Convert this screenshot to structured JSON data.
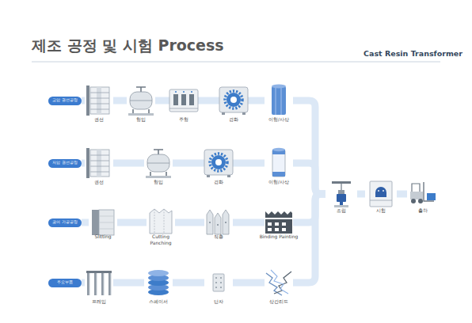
{
  "diagram": {
    "title": "제조 공정 및 시험 Process",
    "nodes": [
      {
        "text": [
          "고압 권선공정"
        ]
      },
      {
        "text": [
          "권선"
        ]
      },
      {
        "text": [
          "형입"
        ]
      },
      {
        "text": [
          "주형"
        ]
      },
      {
        "text": [
          "경화"
        ]
      },
      {
        "text": [
          "이형/사상"
        ]
      },
      {
        "text": [
          "저압 권선공정"
        ]
      },
      {
        "text": [
          "권선"
        ]
      },
      {
        "text": [
          "형입"
        ]
      },
      {
        "text": [
          "경화"
        ]
      },
      {
        "text": [
          "이형/사상"
        ]
      },
      {
        "text": [
          "코어 가공공정"
        ]
      },
      {
        "text": [
          "Slitting"
        ]
      },
      {
        "text": [
          "Cutting Panching"
        ]
      },
      {
        "text": [
          "적층"
        ]
      },
      {
        "text": [
          "Binding Painting"
        ]
      },
      {
        "text": [
          "주요부품"
        ]
      },
      {
        "text": [
          "프레임"
        ]
      },
      {
        "text": [
          "스페이서"
        ]
      },
      {
        "text": [
          "단자"
        ]
      },
      {
        "text": [
          "상간리드"
        ]
      },
      {
        "text": [
          "조립"
        ]
      },
      {
        "text": [
          "시험"
        ]
      },
      {
        "text": [
          "출하"
        ]
      }
    ],
    "edges": [
      {
        "from": 0,
        "to": 1,
        "arrow": "none"
      },
      {
        "from": 1,
        "to": 2,
        "arrow": "none"
      },
      {
        "from": 2,
        "to": 3,
        "arrow": "none"
      },
      {
        "from": 3,
        "to": 4,
        "arrow": "none"
      },
      {
        "from": 4,
        "to": 5,
        "arrow": "none"
      },
      {
        "from": 5,
        "to": 21,
        "arrow": "none"
      },
      {
        "from": 6,
        "to": 7,
        "arrow": "none"
      },
      {
        "from": 7,
        "to": 8,
        "arrow": "none"
      },
      {
        "from": 8,
        "to": 9,
        "arrow": "none"
      },
      {
        "from": 9,
        "to": 10,
        "arrow": "none"
      },
      {
        "from": 10,
        "to": 21,
        "arrow": "none"
      },
      {
        "from": 11,
        "to": 12,
        "arrow": "none"
      },
      {
        "from": 12,
        "to": 13,
        "arrow": "none"
      },
      {
        "from": 13,
        "to": 14,
        "arrow": "none"
      },
      {
        "from": 14,
        "to": 15,
        "arrow": "none"
      },
      {
        "from": 15,
        "to": 21,
        "arrow": "none"
      },
      {
        "from": 16,
        "to": 17,
        "arrow": "none"
      },
      {
        "from": 17,
        "to": 18,
        "arrow": "none"
      },
      {
        "from": 18,
        "to": 19,
        "arrow": "none"
      },
      {
        "from": 19,
        "to": 20,
        "arrow": "none"
      },
      {
        "from": 20,
        "to": 21,
        "arrow": "none"
      },
      {
        "from": 21,
        "to": 22,
        "arrow": "none"
      },
      {
        "from": 22,
        "to": 23,
        "arrow": "none"
      }
    ],
    "labels": [
      "Cast Resin Transformer"
    ]
  }
}
